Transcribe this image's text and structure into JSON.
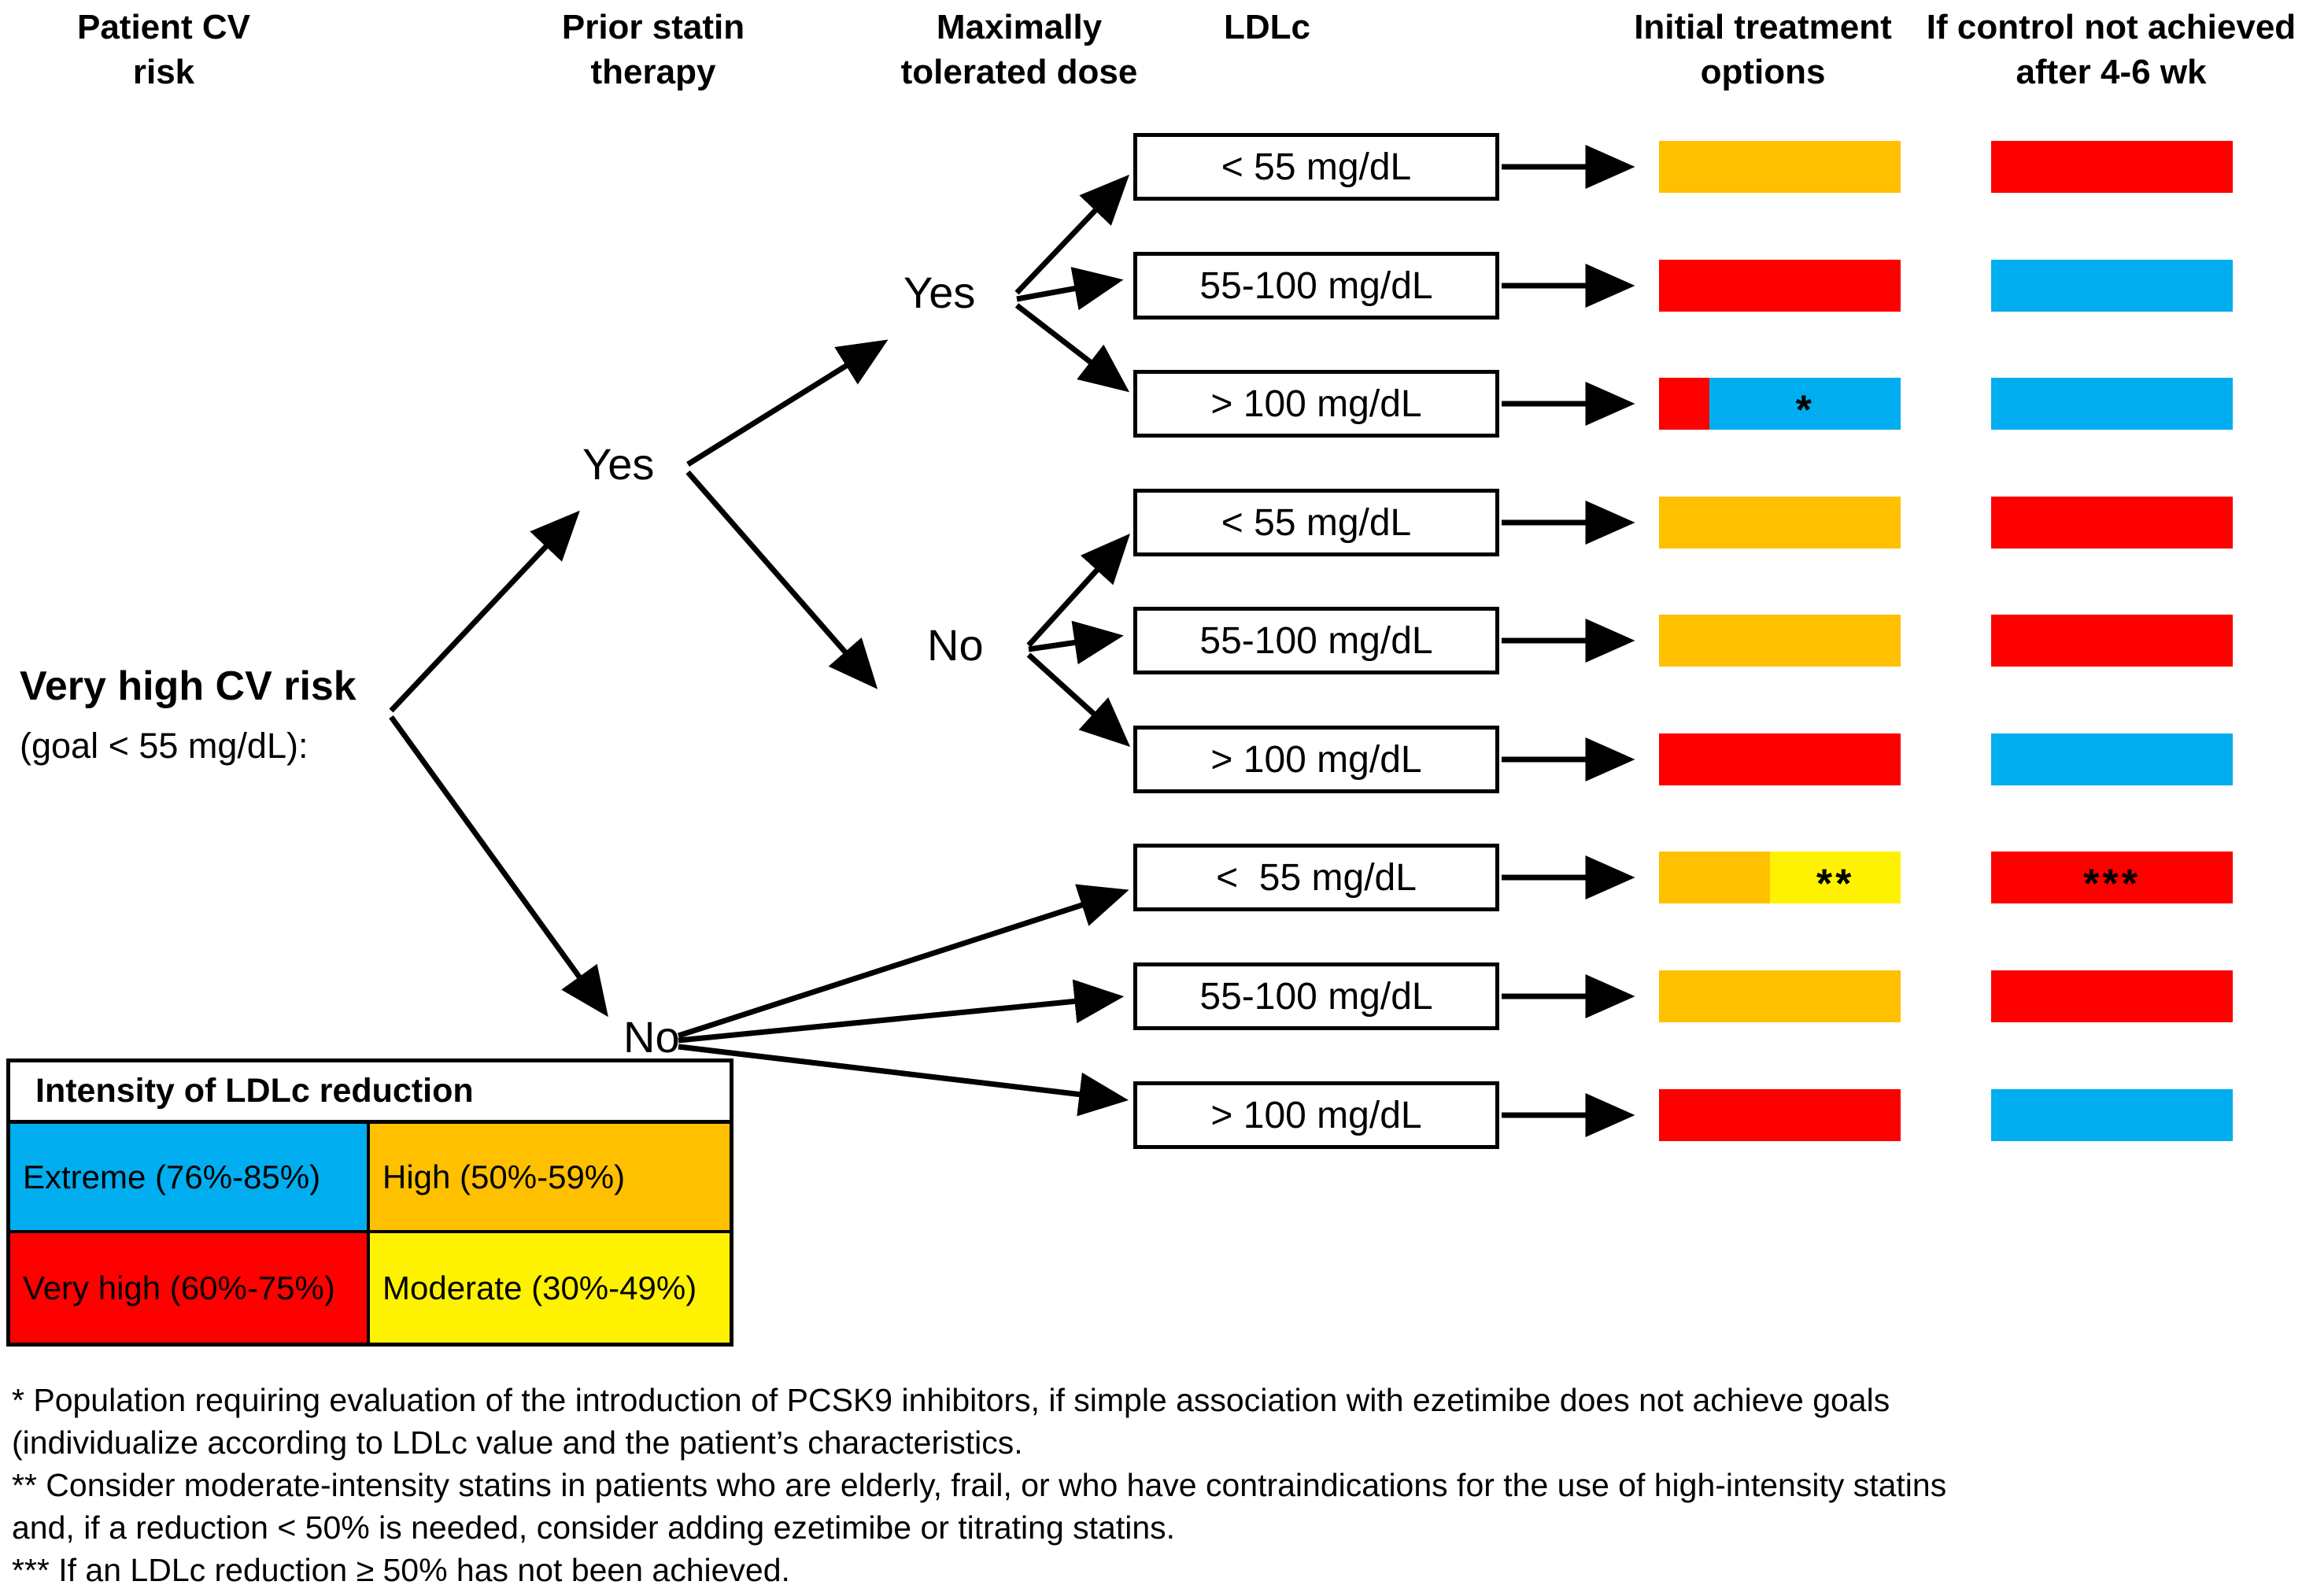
{
  "columns": [
    {
      "line1": "Patient CV",
      "line2": "risk"
    },
    {
      "line1": "Prior statin",
      "line2": "therapy"
    },
    {
      "line1": "Maximally",
      "line2": "tolerated dose"
    },
    {
      "line1": "LDLc",
      "line2": ""
    },
    {
      "line1": "Initial treatment",
      "line2": "options"
    },
    {
      "line1": "If control not achieved",
      "line2": "after 4-6 wk"
    }
  ],
  "root": {
    "title": "Very high CV risk",
    "subtitle": "(goal < 55 mg/dL):"
  },
  "branches": {
    "prior_statin_yes": "Yes",
    "prior_statin_no": "No",
    "max_dose_yes": "Yes",
    "max_dose_no": "No"
  },
  "colors": {
    "orange": "#FFC000",
    "red": "#FF0000",
    "blue": "#00AEEF",
    "yellow": "#FFF200"
  },
  "rows": [
    {
      "ldlc": "< 55 mg/dL",
      "initial": [
        {
          "color": "#FFC000",
          "frac": 1,
          "note": ""
        }
      ],
      "followup": [
        {
          "color": "#FF0000",
          "frac": 1,
          "note": ""
        }
      ]
    },
    {
      "ldlc": "55-100 mg/dL",
      "initial": [
        {
          "color": "#FF0000",
          "frac": 1,
          "note": ""
        }
      ],
      "followup": [
        {
          "color": "#00AEEF",
          "frac": 1,
          "note": ""
        }
      ]
    },
    {
      "ldlc": "> 100 mg/dL",
      "initial": [
        {
          "color": "#FF0000",
          "frac": 0.21,
          "note": ""
        },
        {
          "color": "#00AEEF",
          "frac": 0.79,
          "note": "*"
        }
      ],
      "followup": [
        {
          "color": "#00AEEF",
          "frac": 1,
          "note": ""
        }
      ]
    },
    {
      "ldlc": "< 55 mg/dL",
      "initial": [
        {
          "color": "#FFC000",
          "frac": 1,
          "note": ""
        }
      ],
      "followup": [
        {
          "color": "#FF0000",
          "frac": 1,
          "note": ""
        }
      ]
    },
    {
      "ldlc": "55-100 mg/dL",
      "initial": [
        {
          "color": "#FFC000",
          "frac": 1,
          "note": ""
        }
      ],
      "followup": [
        {
          "color": "#FF0000",
          "frac": 1,
          "note": ""
        }
      ]
    },
    {
      "ldlc": "> 100 mg/dL",
      "initial": [
        {
          "color": "#FF0000",
          "frac": 1,
          "note": ""
        }
      ],
      "followup": [
        {
          "color": "#00AEEF",
          "frac": 1,
          "note": ""
        }
      ]
    },
    {
      "ldlc": "<  55 mg/dL",
      "initial": [
        {
          "color": "#FFC000",
          "frac": 0.46,
          "note": ""
        },
        {
          "color": "#FFF200",
          "frac": 0.54,
          "note": "**"
        }
      ],
      "followup": [
        {
          "color": "#FF0000",
          "frac": 1,
          "note": "***"
        }
      ]
    },
    {
      "ldlc": "55-100 mg/dL",
      "initial": [
        {
          "color": "#FFC000",
          "frac": 1,
          "note": ""
        }
      ],
      "followup": [
        {
          "color": "#FF0000",
          "frac": 1,
          "note": ""
        }
      ]
    },
    {
      "ldlc": "> 100 mg/dL",
      "initial": [
        {
          "color": "#FF0000",
          "frac": 1,
          "note": ""
        }
      ],
      "followup": [
        {
          "color": "#00AEEF",
          "frac": 1,
          "note": ""
        }
      ]
    }
  ],
  "legend": {
    "title": "Intensity of LDLc reduction",
    "cells": [
      {
        "label": "Extreme (76%-85%)",
        "color": "#00AEEF"
      },
      {
        "label": "High (50%-59%)",
        "color": "#FFC000"
      },
      {
        "label": "Very high (60%-75%)",
        "color": "#FF0000"
      },
      {
        "label": "Moderate (30%-49%)",
        "color": "#FFF200"
      }
    ]
  },
  "footnotes": [
    "* Population requiring evaluation of the introduction of PCSK9 inhibitors, if simple association with ezetimibe does not achieve goals",
    "(individualize according to LDLc value and the patient’s characteristics.",
    "** Consider moderate-intensity statins in patients who are elderly, frail, or who have contraindications for the use of high-intensity statins",
    "and, if a reduction < 50% is needed, consider adding ezetimibe or titrating statins.",
    "*** If an LDLc reduction ≥ 50% has not been achieved."
  ]
}
